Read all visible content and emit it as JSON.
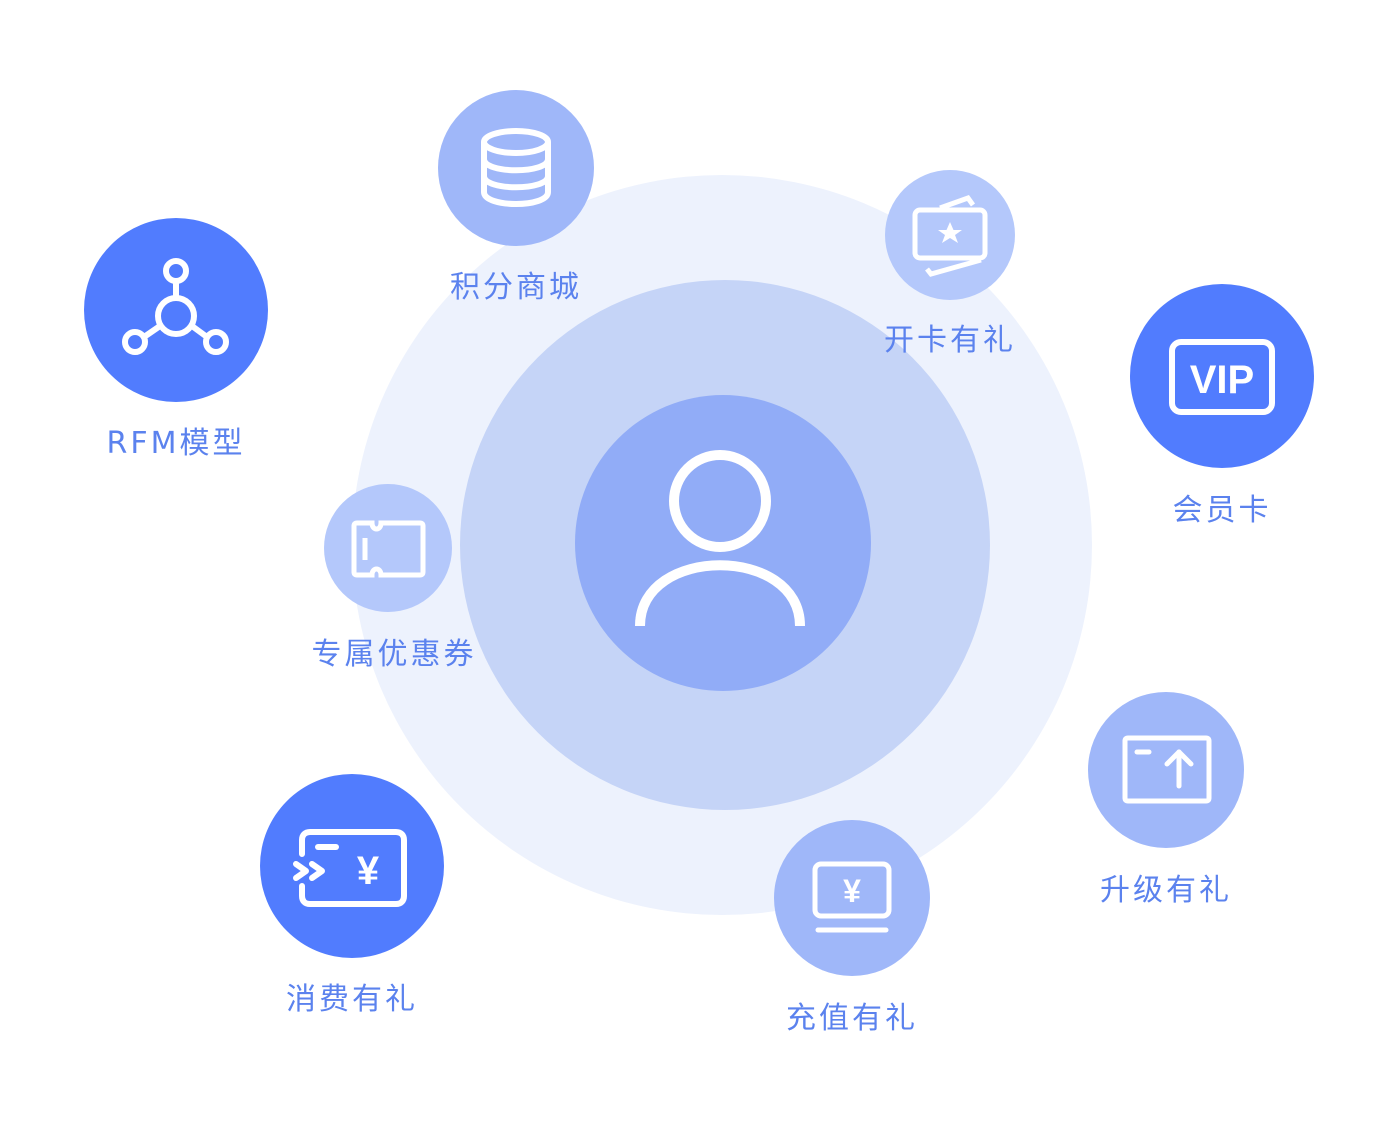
{
  "colors": {
    "primary": "#517cfe",
    "medium": "#9fb7f9",
    "light": "#b4c8fb",
    "ring_outer": "#edf2fd",
    "ring_mid": "#c5d4f7",
    "ring_inner": "#91acf7",
    "label": "#5b82ee"
  },
  "center": {
    "icon": "user-icon"
  },
  "nodes": {
    "rfm": {
      "label": "RFM模型",
      "icon": "network-icon"
    },
    "points": {
      "label": "积分商城",
      "icon": "database-icon"
    },
    "open": {
      "label": "开卡有礼",
      "icon": "star-card-icon"
    },
    "vip": {
      "label": "会员卡",
      "icon": "vip-icon",
      "icon_text": "VIP"
    },
    "coupon": {
      "label": "专属优惠券",
      "icon": "ticket-icon"
    },
    "spend": {
      "label": "消费有礼",
      "icon": "payment-card-icon",
      "icon_text": "¥"
    },
    "recharge": {
      "label": "充值有礼",
      "icon": "monitor-yen-icon",
      "icon_text": "¥"
    },
    "upgrade": {
      "label": "升级有礼",
      "icon": "upgrade-card-icon"
    }
  }
}
